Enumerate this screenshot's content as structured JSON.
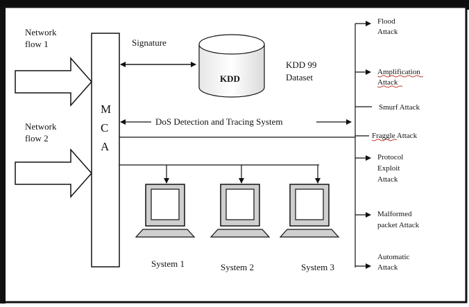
{
  "inputs": {
    "flow1": [
      "Network",
      "flow  1"
    ],
    "flow2": [
      "Network",
      "flow  2"
    ]
  },
  "mca_letters": [
    "M",
    "C",
    "A"
  ],
  "signature_label": "Signature",
  "database": {
    "label": "KDD",
    "caption": [
      "KDD 99",
      "Dataset"
    ]
  },
  "bus_label": "DoS  Detection and Tracing System",
  "systems": [
    "System 1",
    "System 2",
    "System 3"
  ],
  "attacks": {
    "flood": [
      "Flood",
      "Attack"
    ],
    "amplification": [
      "Amplification",
      "Attack"
    ],
    "smurf": [
      "Smurf Attack"
    ],
    "fraggle": [
      "Fraggle Attack"
    ],
    "protocol": [
      "Protocol",
      "Exploit",
      "Attack"
    ],
    "malformed": [
      "Malformed",
      "packet Attack"
    ],
    "automatic": [
      "Automatic",
      "Attack"
    ]
  },
  "colors": {
    "stroke": "#111111",
    "underline_red": "#c0392b",
    "top_bar": "#0d0d0d",
    "monitor_fill": "#cfcfcf",
    "background": "#ffffff"
  }
}
